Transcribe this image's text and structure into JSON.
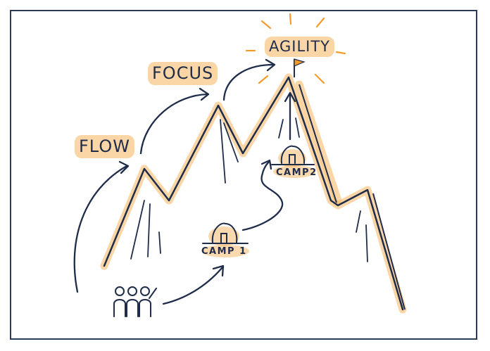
{
  "labels": {
    "flow": "FLOW",
    "focus": "FOCUS",
    "agility": "AGILITY",
    "camp1": "CAMP 1",
    "camp2": "CAMP2"
  },
  "colors": {
    "ink": "#1f2d4a",
    "highlight": "#f5b45f",
    "flag": "#f39c2c"
  }
}
